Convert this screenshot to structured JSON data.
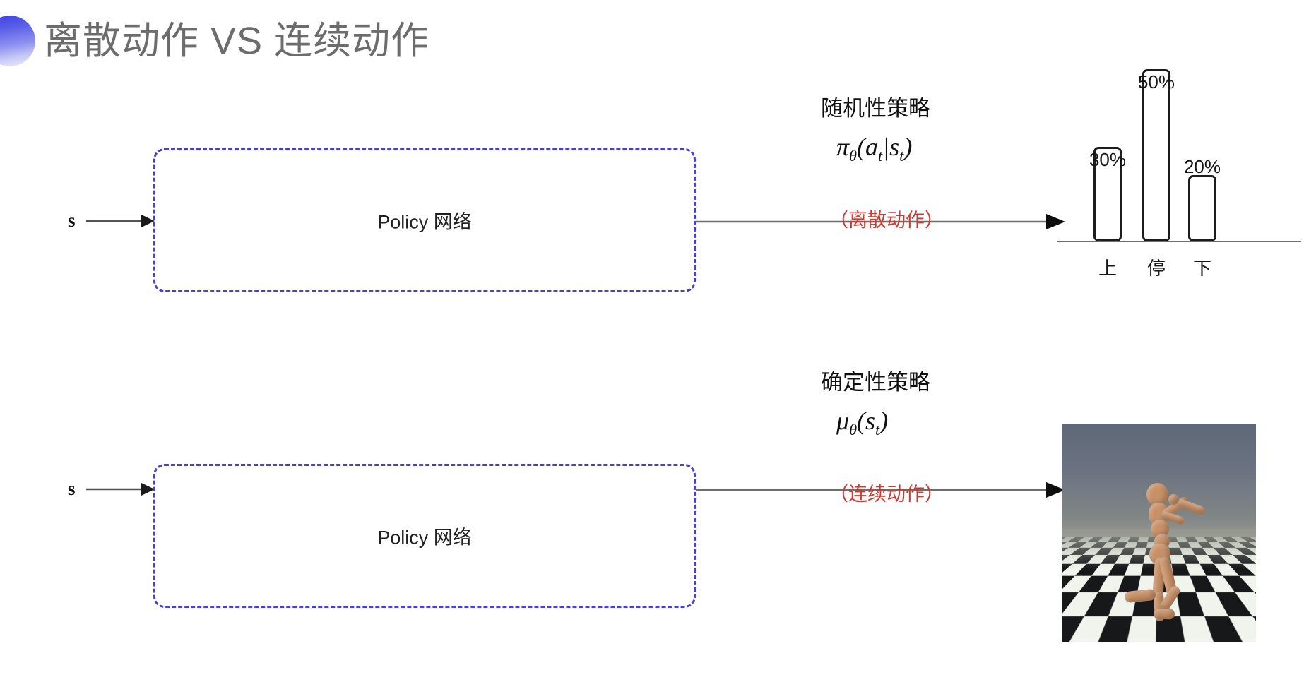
{
  "slide": {
    "title": "离散动作 VS 连续动作",
    "bullet_icon": "half-circle-gradient-icon",
    "title_color": "#6c6c6c",
    "accent_color": "#4743c8",
    "note_color": "#cc3a30"
  },
  "rows": {
    "top": {
      "state_label": "s",
      "policy_box_label": "Policy 网络",
      "annotation": {
        "name": "随机性策略",
        "formula_main": "π",
        "formula_sub": "θ",
        "formula_rest_open": "(a",
        "formula_rest_sub1": "t",
        "formula_pipe": "|s",
        "formula_rest_sub2": "t",
        "formula_close": ")",
        "formula_plain": "πθ(at|st)",
        "note": "（离散动作）"
      }
    },
    "bottom": {
      "state_label": "s",
      "policy_box_label": "Policy 网络",
      "annotation": {
        "name": "确定性策略",
        "formula_main": "μ",
        "formula_sub": "θ",
        "formula_rest_open": "(s",
        "formula_rest_sub1": "t",
        "formula_close": ")",
        "formula_plain": "μθ(st)",
        "note": "（连续动作）"
      },
      "figure_caption": "humanoid-mujoco-render"
    }
  },
  "chart_data": {
    "type": "bar",
    "title": "",
    "categories": [
      "上",
      "停",
      "下"
    ],
    "values": [
      30,
      50,
      20
    ],
    "value_labels": [
      "30%",
      "50%",
      "20%"
    ],
    "xlabel": "",
    "ylabel": "",
    "ylim": [
      0,
      60
    ],
    "grid": false,
    "legend": "none",
    "bar_fill": "#ffffff",
    "bar_stroke": "#1c1c1c"
  }
}
